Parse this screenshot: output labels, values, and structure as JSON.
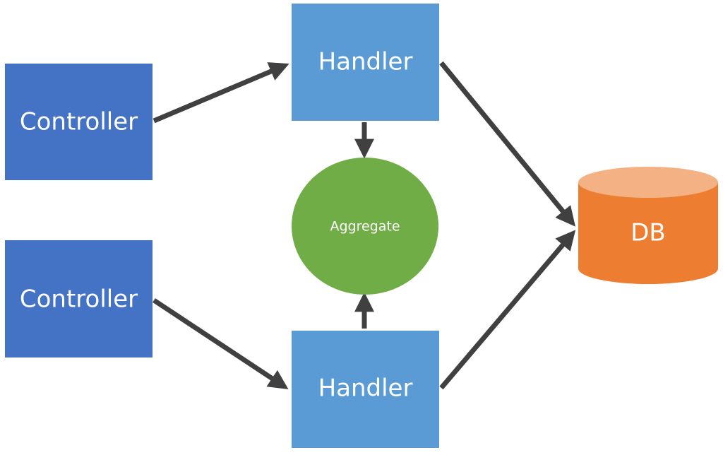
{
  "nodes": {
    "controller_top": {
      "label": "Controller"
    },
    "controller_bottom": {
      "label": "Controller"
    },
    "handler_top": {
      "label": "Handler"
    },
    "handler_bottom": {
      "label": "Handler"
    },
    "aggregate": {
      "label": "Aggregate"
    },
    "db": {
      "label": "DB"
    }
  },
  "edges": [
    {
      "from": "controller_top",
      "to": "handler_top"
    },
    {
      "from": "controller_bottom",
      "to": "handler_bottom"
    },
    {
      "from": "handler_top",
      "to": "aggregate"
    },
    {
      "from": "handler_bottom",
      "to": "aggregate"
    },
    {
      "from": "handler_top",
      "to": "db"
    },
    {
      "from": "handler_bottom",
      "to": "db"
    }
  ],
  "colors": {
    "controller_fill": "#4472C4",
    "handler_fill": "#5B9BD5",
    "aggregate_fill": "#70AD47",
    "db_body_fill": "#ED7D31",
    "db_top_fill": "#F4B183",
    "arrow_color": "#404040",
    "label_color": "#FFFFFF"
  }
}
